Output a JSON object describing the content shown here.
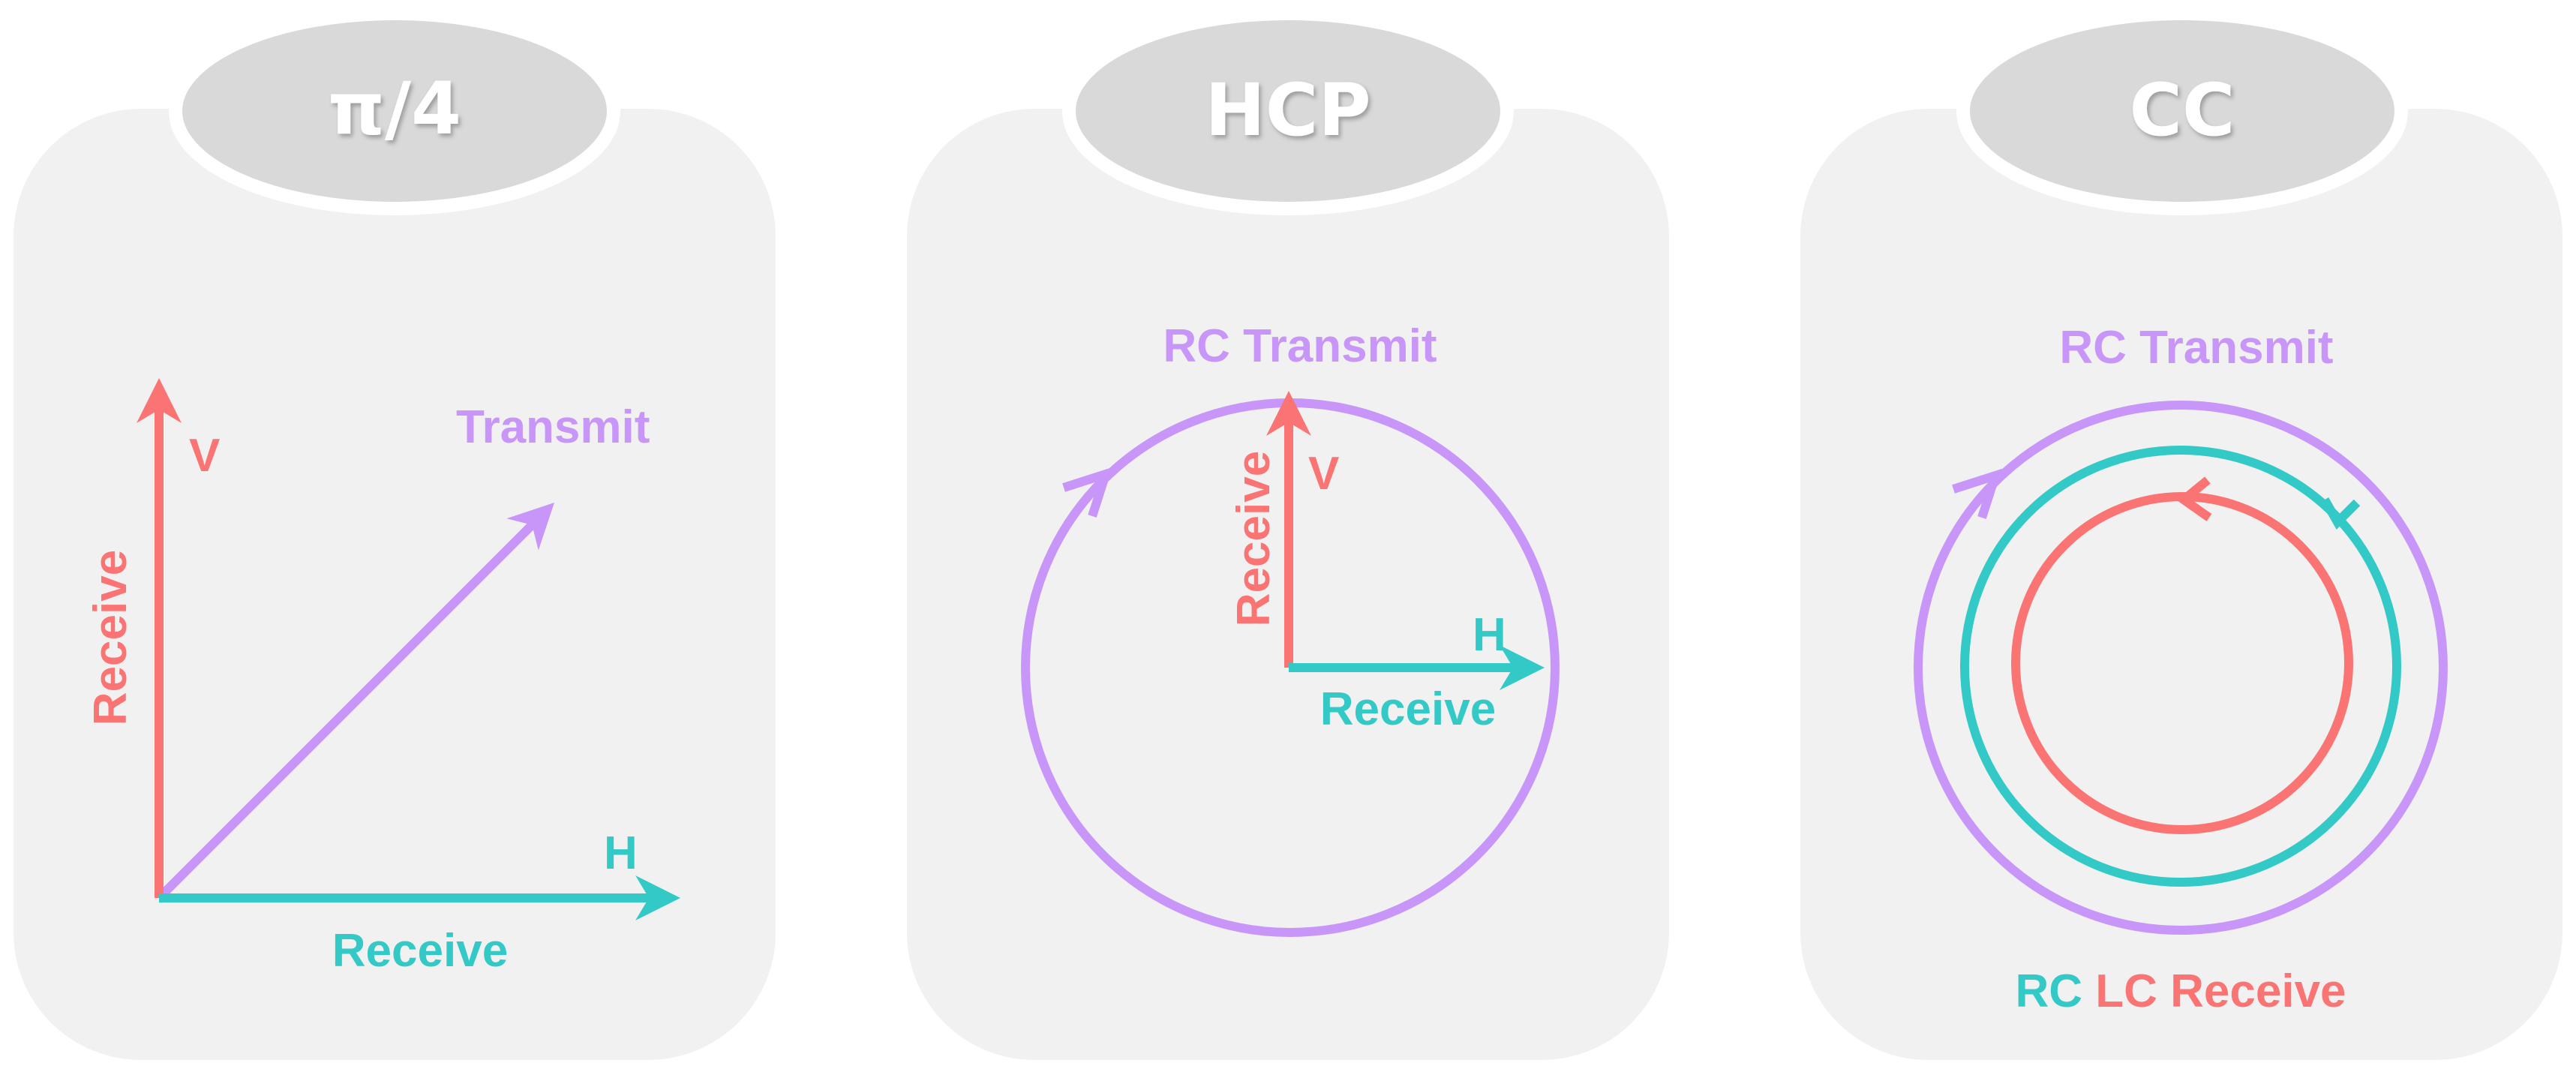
{
  "colors": {
    "panel": "#f1f1f1",
    "tab": "#d9d9d9",
    "tab_border": "#ffffff",
    "title_text": "#ffffff",
    "horizontal": "#33c9c6",
    "vertical": "#fb7474",
    "transmit": "#c895f8"
  },
  "panels": [
    {
      "title": "π/4",
      "v_label": "V",
      "h_label": "H",
      "receive_v_label": "Receive",
      "receive_h_label": "Receive",
      "transmit_label": "Transmit"
    },
    {
      "title": "HCP",
      "transmit_label": "RC Transmit",
      "v_label": "V",
      "h_label": "H",
      "receive_v_label": "Receive",
      "receive_h_label": "Receive"
    },
    {
      "title": "CC",
      "transmit_label": "RC Transmit",
      "receive_rc": "RC",
      "receive_lc": "LC",
      "receive_word": "Receive"
    }
  ]
}
